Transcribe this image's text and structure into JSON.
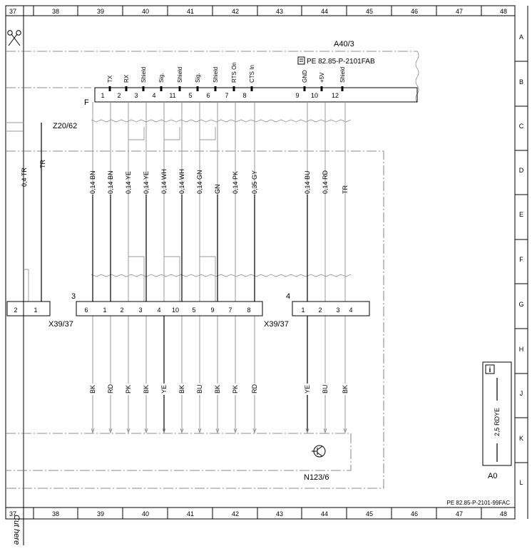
{
  "sheet": {
    "columns_top": [
      "37",
      "38",
      "39",
      "40",
      "41",
      "42",
      "43",
      "44",
      "45",
      "46",
      "47",
      "48"
    ],
    "columns_bottom": [
      "37",
      "38",
      "39",
      "40",
      "41",
      "42",
      "43",
      "44",
      "45",
      "46",
      "47",
      "48"
    ],
    "rows": [
      "A",
      "B",
      "C",
      "D",
      "E",
      "F",
      "G",
      "H",
      "J",
      "K",
      "L"
    ],
    "doc_ref_bottom": "PE 82.85-P-2101-99FAC",
    "cut_here": "Cut here"
  },
  "module_a40": {
    "id": "A40/3",
    "ref": "PE 82.85-P-2101FAB",
    "pin_signals": [
      "TX",
      "RX",
      "Shield",
      "Sig.",
      "Shield",
      "Sig.",
      "Shield",
      "RTS On",
      "CTS In",
      "GND",
      "+5V",
      "Shield"
    ],
    "pins": [
      "1",
      "2",
      "3",
      "4",
      "11",
      "5",
      "6",
      "7",
      "8",
      "9",
      "10",
      "12"
    ],
    "connector_letter": "F"
  },
  "harness": {
    "id": "Z20/62",
    "wire_colors_upper": [
      "0,14 BN",
      "0,14 BN",
      "0,14 YE",
      "0,14 YE",
      "0,14 WH",
      "0,14 WH",
      "0,14 GN",
      "GN",
      "0,14 PK",
      "0,35 GY",
      "0,14 BU",
      "0,14 RD",
      "TR"
    ],
    "left_wires": [
      "0,4 TR",
      "TR"
    ]
  },
  "connector_x39_left": {
    "id": "X39/37",
    "pins": [
      "2",
      "1"
    ]
  },
  "connector_x39_main": {
    "id": "X39/37",
    "number": "3",
    "pins": [
      "6",
      "1",
      "2",
      "3",
      "4",
      "10",
      "5",
      "9",
      "7",
      "8"
    ]
  },
  "connector_x39_right": {
    "number": "4",
    "pins": [
      "1",
      "2",
      "3",
      "4"
    ]
  },
  "lower_wire_colors": [
    "BK",
    "RD",
    "PK",
    "BK",
    "YE",
    "BK",
    "BU",
    "BK",
    "PK",
    "RD",
    "YE",
    "BU",
    "BK"
  ],
  "module_n123": {
    "id": "N123/6"
  },
  "info_box": {
    "icon": "i",
    "wire": "2,5 RDYE",
    "ground_id": "A0"
  }
}
